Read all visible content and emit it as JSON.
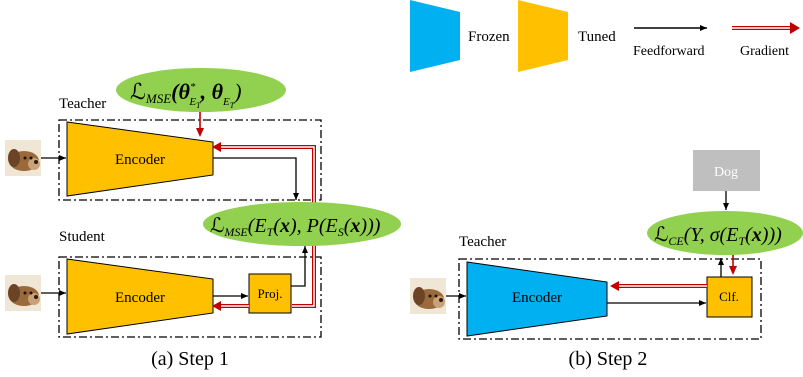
{
  "legend": {
    "frozen": "Frozen",
    "tuned": "Tuned",
    "feedforward": "Feedforward",
    "gradient": "Gradient"
  },
  "step1": {
    "caption": "(a) Step 1",
    "teacher_label": "Teacher",
    "student_label": "Student",
    "teacher_encoder": "Encoder",
    "student_encoder": "Encoder",
    "proj": "Proj.",
    "loss_param": "ℒ_{MSE}(θ*_{E_T}, θ_{E_T})",
    "loss_param_parts": {
      "L": "ℒ",
      "sub": "MSE",
      "body": "(θ",
      "star": "*",
      "sub2": "E",
      "sub3": "T",
      "mid": ", θ",
      "sub4": "E",
      "sub5": "T",
      "end": ")"
    },
    "loss_feat": "ℒ_{MSE}(E_T(x), P(E_S(x)))",
    "loss_feat_parts": {
      "L": "ℒ",
      "sub": "MSE",
      "a": "(E",
      "b": "T",
      "c": "(",
      "x1": "x",
      "d": "), P(E",
      "e": "S",
      "f": "(",
      "x2": "x",
      "g": ")))"
    }
  },
  "step2": {
    "caption": "(b) Step 2",
    "teacher_label": "Teacher",
    "encoder": "Encoder",
    "clf": "Clf.",
    "label_box": "Dog",
    "loss_ce": "ℒ_{CE}(Y, σ(E_T(x)))",
    "loss_ce_parts": {
      "L": "ℒ",
      "sub": "CE",
      "a": "(Y, σ(E",
      "b": "T",
      "c": "(",
      "x": "x",
      "d": ")))"
    }
  },
  "colors": {
    "frozen": "#00B0F0",
    "tuned": "#FFC000",
    "loss_green": "#92D050",
    "gradient_red": "#C00000",
    "label_gray": "#BFBFBF"
  },
  "icons": [
    "dog-image-icon"
  ]
}
